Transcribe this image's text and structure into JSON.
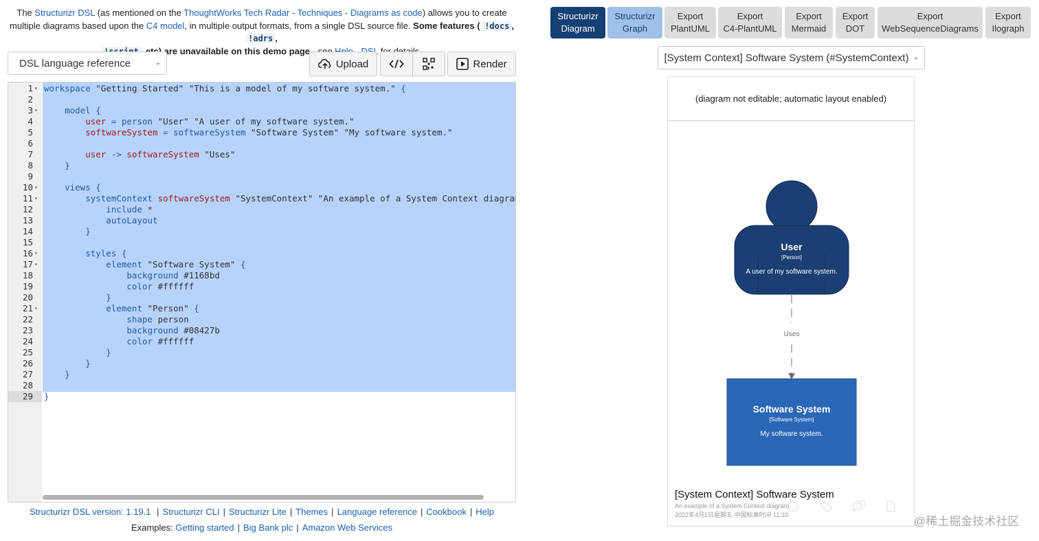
{
  "intro": {
    "t1": "The ",
    "l1": "Structurizr DSL",
    "t2": " (as mentioned on the ",
    "l2": "ThoughtWorks Tech Radar - Techniques - Diagrams as code",
    "t3": ") allows you to create multiple diagrams based upon the ",
    "l3": "C4 model",
    "t4": ", in multiple output formats, from a single DSL source file. ",
    "b1": "Some features (",
    "c1": "!docs",
    "c2": "!adrs",
    "c3": "!script",
    "b2": ", etc) are unavailable on this demo page",
    "t5": " - see ",
    "l4": "Help - DSL",
    "t6": " for details."
  },
  "toolbar": {
    "reference_select": "DSL language reference",
    "upload_label": "Upload",
    "render_label": "Render"
  },
  "editor": {
    "lines": [
      {
        "n": "1",
        "fold": true,
        "code": [
          [
            "kw",
            "workspace "
          ],
          [
            "str",
            "\"Getting Started\" \"This is a model of my software system.\" "
          ],
          [
            "kw",
            "{"
          ]
        ]
      },
      {
        "n": "2",
        "fold": false,
        "code": []
      },
      {
        "n": "3",
        "fold": true,
        "code": [
          [
            "kw",
            "    model {"
          ]
        ]
      },
      {
        "n": "4",
        "fold": false,
        "code": [
          [
            "var",
            "        user "
          ],
          [
            "kw",
            "= person "
          ],
          [
            "str",
            "\"User\" \"A user of my software system.\""
          ]
        ]
      },
      {
        "n": "5",
        "fold": false,
        "code": [
          [
            "var",
            "        softwareSystem "
          ],
          [
            "kw",
            "= softwareSystem "
          ],
          [
            "str",
            "\"Software System\" \"My software system.\""
          ]
        ]
      },
      {
        "n": "6",
        "fold": false,
        "code": []
      },
      {
        "n": "7",
        "fold": false,
        "code": [
          [
            "var",
            "        user "
          ],
          [
            "kw",
            "-> "
          ],
          [
            "var",
            "softwareSystem "
          ],
          [
            "str",
            "\"Uses\""
          ]
        ]
      },
      {
        "n": "8",
        "fold": false,
        "code": [
          [
            "kw",
            "    }"
          ]
        ]
      },
      {
        "n": "9",
        "fold": false,
        "code": []
      },
      {
        "n": "10",
        "fold": true,
        "code": [
          [
            "kw",
            "    views {"
          ]
        ]
      },
      {
        "n": "11",
        "fold": true,
        "code": [
          [
            "kw",
            "        systemContext "
          ],
          [
            "var",
            "softwareSystem "
          ],
          [
            "str",
            "\"SystemContext\" \"An example of a System Context diagram.\""
          ]
        ]
      },
      {
        "n": "12",
        "fold": false,
        "code": [
          [
            "kw",
            "            include "
          ],
          [
            "var",
            "*"
          ]
        ]
      },
      {
        "n": "13",
        "fold": false,
        "code": [
          [
            "kw",
            "            autoLayout"
          ]
        ]
      },
      {
        "n": "14",
        "fold": false,
        "code": [
          [
            "kw",
            "        }"
          ]
        ]
      },
      {
        "n": "15",
        "fold": false,
        "code": []
      },
      {
        "n": "16",
        "fold": true,
        "code": [
          [
            "kw",
            "        styles {"
          ]
        ]
      },
      {
        "n": "17",
        "fold": true,
        "code": [
          [
            "kw",
            "            element "
          ],
          [
            "str",
            "\"Software System\" "
          ],
          [
            "kw",
            "{"
          ]
        ]
      },
      {
        "n": "18",
        "fold": false,
        "code": [
          [
            "kw",
            "                background "
          ],
          [
            "str",
            "#1168bd"
          ]
        ]
      },
      {
        "n": "19",
        "fold": false,
        "code": [
          [
            "kw",
            "                color "
          ],
          [
            "str",
            "#ffffff"
          ]
        ]
      },
      {
        "n": "20",
        "fold": false,
        "code": [
          [
            "kw",
            "            }"
          ]
        ]
      },
      {
        "n": "21",
        "fold": true,
        "code": [
          [
            "kw",
            "            element "
          ],
          [
            "str",
            "\"Person\" "
          ],
          [
            "kw",
            "{"
          ]
        ]
      },
      {
        "n": "22",
        "fold": false,
        "code": [
          [
            "kw",
            "                shape "
          ],
          [
            "str",
            "person"
          ]
        ]
      },
      {
        "n": "23",
        "fold": false,
        "code": [
          [
            "kw",
            "                background "
          ],
          [
            "str",
            "#08427b"
          ]
        ]
      },
      {
        "n": "24",
        "fold": false,
        "code": [
          [
            "kw",
            "                color "
          ],
          [
            "str",
            "#ffffff"
          ]
        ]
      },
      {
        "n": "25",
        "fold": false,
        "code": [
          [
            "kw",
            "            }"
          ]
        ]
      },
      {
        "n": "26",
        "fold": false,
        "code": [
          [
            "kw",
            "        }"
          ]
        ]
      },
      {
        "n": "27",
        "fold": false,
        "code": [
          [
            "kw",
            "    }"
          ]
        ]
      },
      {
        "n": "28",
        "fold": false,
        "code": []
      },
      {
        "n": "29",
        "fold": false,
        "code": [
          [
            "kw",
            "}"
          ]
        ]
      }
    ]
  },
  "footer": {
    "version": "Structurizr DSL version: 1.19.1",
    "links": [
      "Structurizr CLI",
      "Structurizr Lite",
      "Themes",
      "Language reference",
      "Cookbook",
      "Help"
    ],
    "examples_label": "Examples: ",
    "examples": [
      "Getting started",
      "Big Bank plc",
      "Amazon Web Services"
    ]
  },
  "tabs": [
    {
      "line1": "Structurizr",
      "line2": "Diagram",
      "state": "active"
    },
    {
      "line1": "Structurizr",
      "line2": "Graph",
      "state": "graph"
    },
    {
      "line1": "Export",
      "line2": "PlantUML",
      "state": "normal"
    },
    {
      "line1": "Export",
      "line2": "C4-PlantUML",
      "state": "normal"
    },
    {
      "line1": "Export",
      "line2": "Mermaid",
      "state": "normal"
    },
    {
      "line1": "Export",
      "line2": "DOT",
      "state": "normal"
    },
    {
      "line1": "Export",
      "line2": "WebSequenceDiagrams",
      "state": "normal"
    },
    {
      "line1": "Export",
      "line2": "Ilograph",
      "state": "normal"
    }
  ],
  "view_select": "[System Context] Software System (#SystemContext)",
  "diagram": {
    "note": "(diagram not editable; automatic layout enabled)",
    "person": {
      "name": "User",
      "type": "[Person]",
      "desc": "A user of my software system.",
      "color": "#1b3f73"
    },
    "system": {
      "name": "Software System",
      "type": "[Software System]",
      "desc": "My software system.",
      "color": "#2a67b6"
    },
    "relationship": "Uses",
    "title": "[System Context] Software System",
    "description": "An example of a System Context diagram.",
    "date": "2022年4月1日星期五 中国标准时间 11:33"
  },
  "watermark": "@稀土掘金技术社区"
}
